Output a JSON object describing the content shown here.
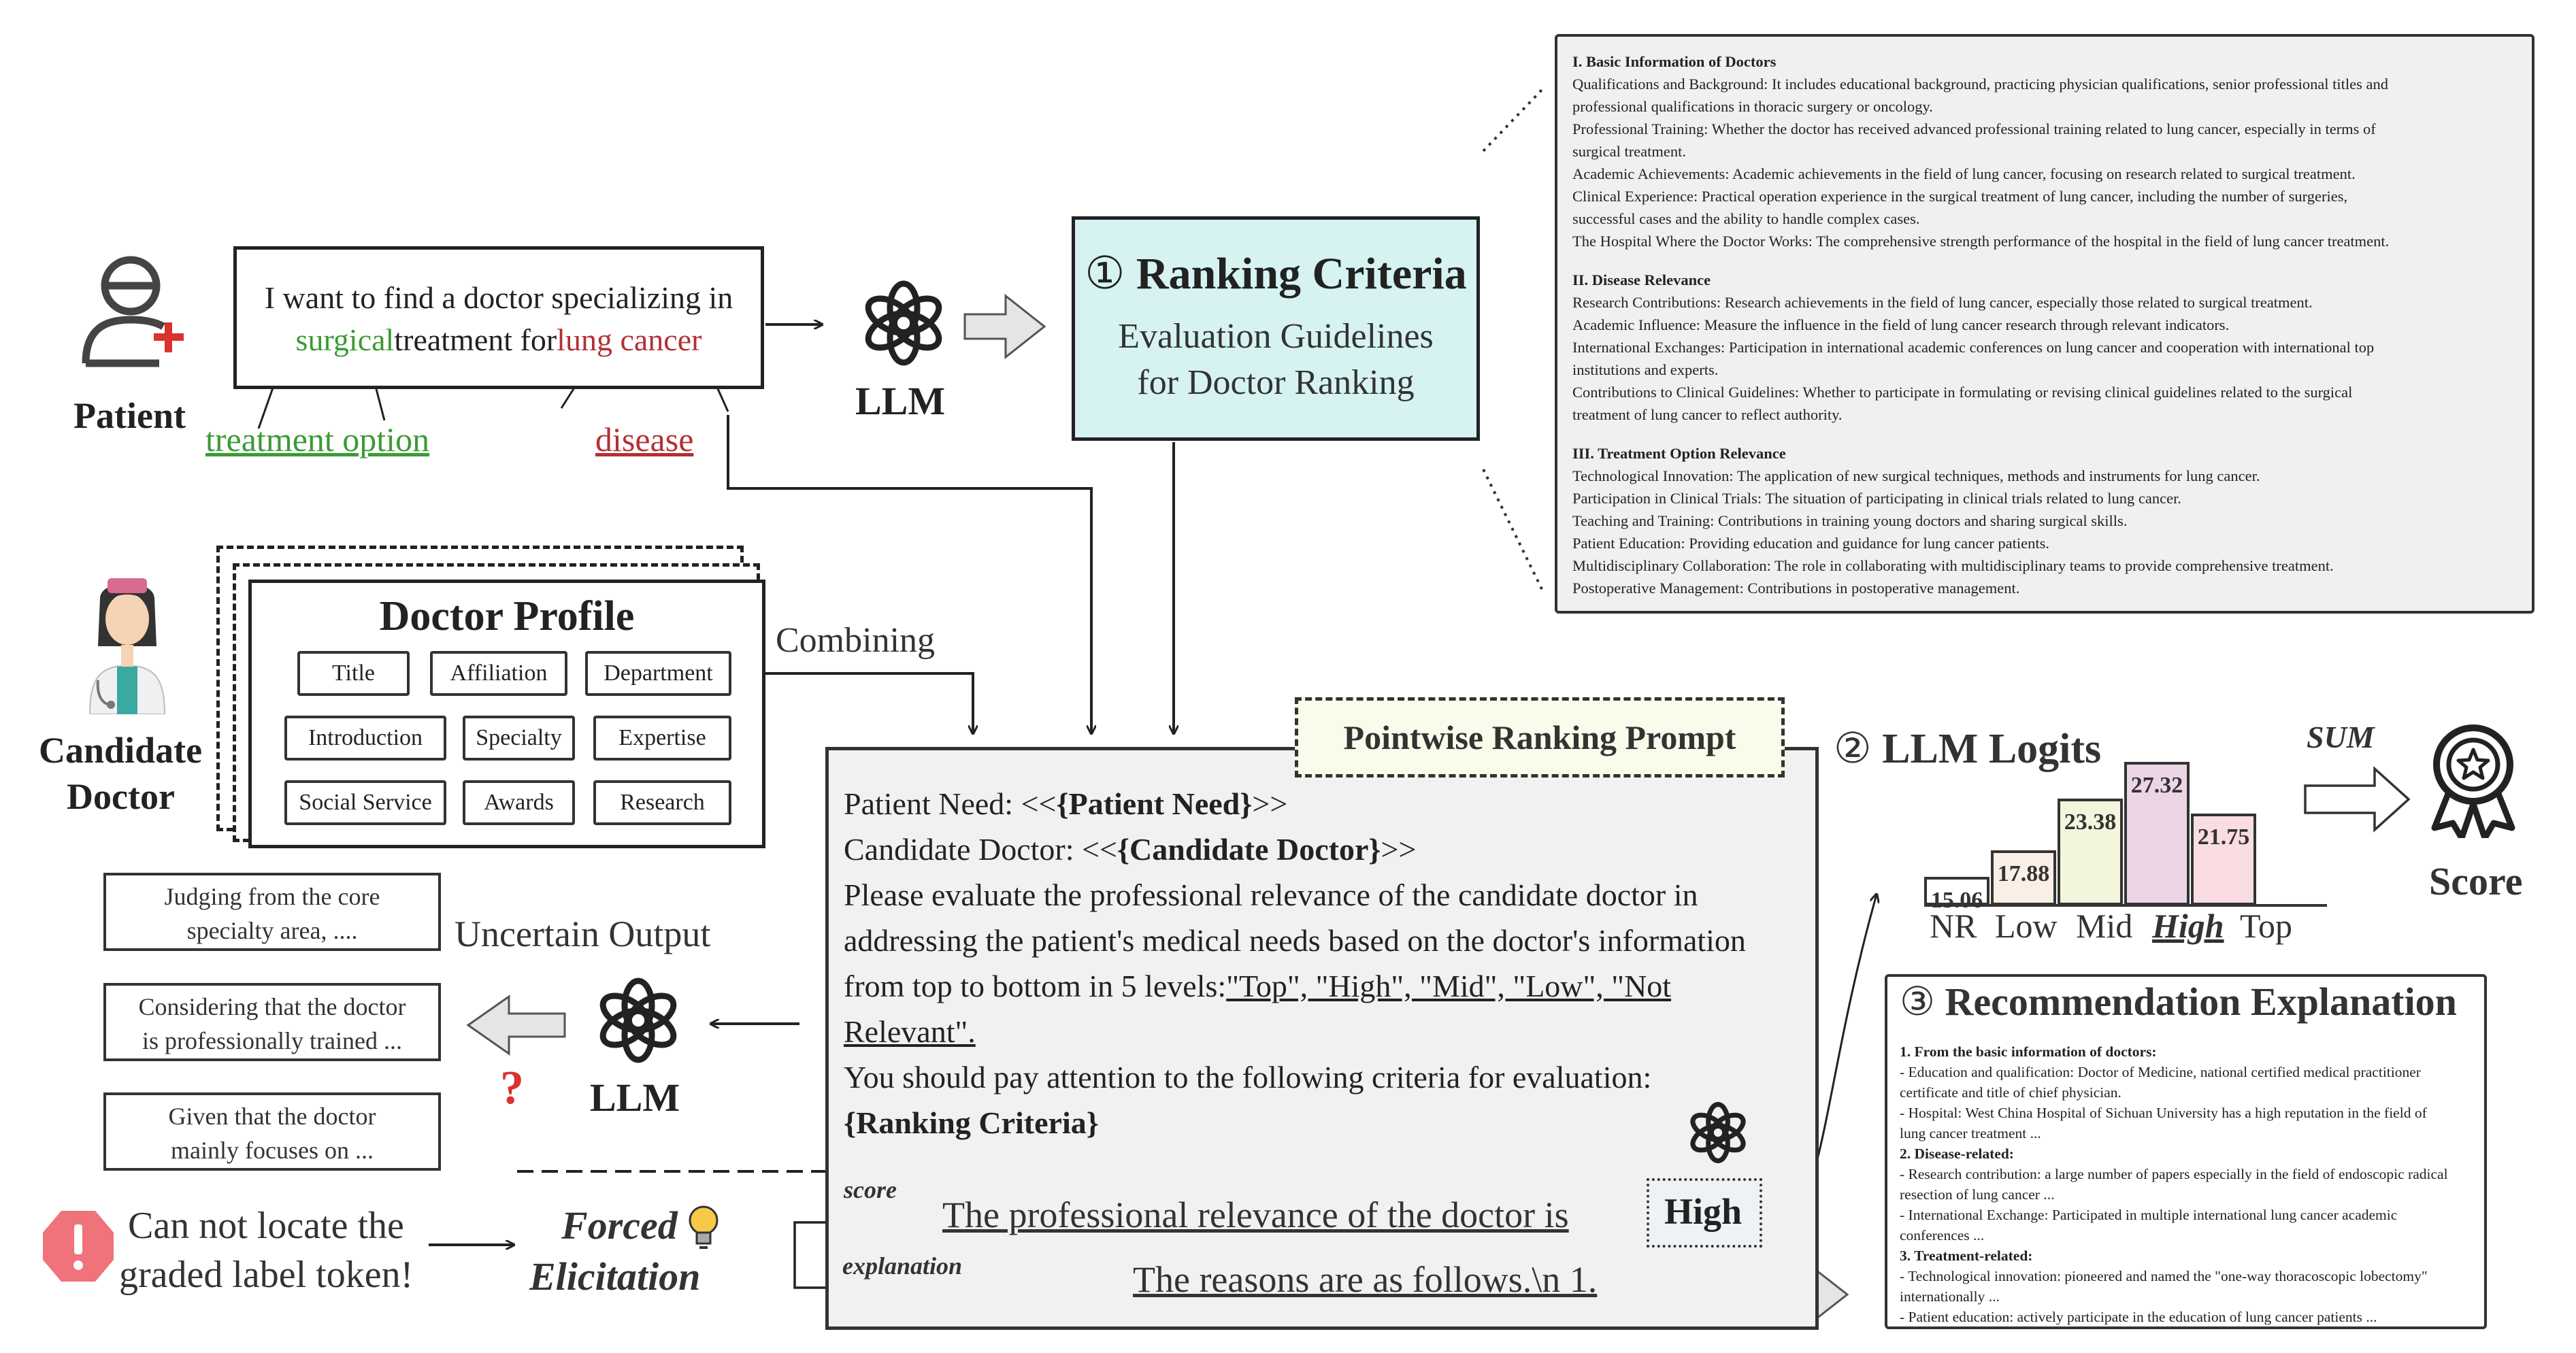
{
  "patient": {
    "label": "Patient"
  },
  "query": {
    "line1": "I want to find a doctor specializing in",
    "surgical": "surgical",
    "mid": "treatment for",
    "lung_cancer": "lung cancer",
    "treatment_option": "treatment option",
    "disease": "disease"
  },
  "llm": {
    "label1": "LLM",
    "label2": "LLM"
  },
  "criteria": {
    "num": "①",
    "title": "Ranking Criteria",
    "sub1": "Evaluation Guidelines",
    "sub2": "for Doctor Ranking"
  },
  "detail": {
    "lines": [
      {
        "t": "I. Basic Information of Doctors",
        "h": true
      },
      {
        "t": "Qualifications and Background: It includes educational background, practicing physician qualifications, senior professional titles and"
      },
      {
        "t": "professional qualifications in thoracic surgery or oncology."
      },
      {
        "t": "Professional Training: Whether the doctor has received advanced professional training related to lung cancer, especially in terms of"
      },
      {
        "t": "surgical treatment."
      },
      {
        "t": "Academic Achievements: Academic achievements in the field of lung cancer, focusing on research related to surgical treatment."
      },
      {
        "t": "Clinical Experience: Practical operation experience in the surgical treatment of lung cancer, including the number of surgeries,"
      },
      {
        "t": "successful cases and the ability to handle complex cases."
      },
      {
        "t": "The Hospital Where the Doctor Works: The comprehensive strength performance of the hospital in the field of lung cancer treatment."
      },
      {
        "t": "",
        "gap": true
      },
      {
        "t": "II. Disease Relevance",
        "h": true
      },
      {
        "t": "Research Contributions: Research achievements in the field of lung cancer, especially those related to surgical treatment."
      },
      {
        "t": "Academic Influence: Measure the influence in the field of lung cancer research through relevant indicators."
      },
      {
        "t": "International Exchanges: Participation in international academic conferences on lung cancer and cooperation with international top"
      },
      {
        "t": "institutions and experts."
      },
      {
        "t": "Contributions to Clinical Guidelines: Whether to participate in formulating or revising clinical guidelines related to the surgical"
      },
      {
        "t": "treatment of lung cancer to reflect authority."
      },
      {
        "t": "",
        "gap": true
      },
      {
        "t": "III. Treatment Option Relevance",
        "h": true
      },
      {
        "t": "Technological Innovation: The application of new surgical techniques, methods and instruments for lung cancer."
      },
      {
        "t": "Participation in Clinical Trials: The situation of participating in clinical trials related to lung cancer."
      },
      {
        "t": "Teaching and Training: Contributions in training young doctors and sharing surgical skills."
      },
      {
        "t": "Patient Education: Providing education and guidance for lung cancer patients."
      },
      {
        "t": "Multidisciplinary Collaboration: The role in collaborating with multidisciplinary teams to provide comprehensive treatment."
      },
      {
        "t": "Postoperative Management: Contributions in postoperative management."
      }
    ]
  },
  "candidate": {
    "line1": "Candidate",
    "line2": "Doctor"
  },
  "profile": {
    "title": "Doctor Profile",
    "tags": [
      "Title",
      "Affiliation",
      "Department",
      "Introduction",
      "Specialty",
      "Expertise",
      "Social Service",
      "Awards",
      "Research"
    ]
  },
  "combining": "Combining",
  "prompt": {
    "title": "Pointwise Ranking Prompt",
    "need_pre": "Patient Need: <<",
    "need_var": "{Patient Need}",
    "need_post": ">>",
    "cand_pre": "Candidate Doctor: <<",
    "cand_var": "{Candidate Doctor}",
    "cand_post": ">>",
    "body": "Please evaluate the professional relevance of the candidate doctor in addressing the patient's medical needs based on the doctor's information from top to bottom in 5 levels:",
    "levels": "\"Top\", \"High\", \"Mid\", \"Low\", \"Not Relevant\".",
    "attn": "You should pay attention to the following criteria for evaluation:",
    "crit_var": "{Ranking Criteria}",
    "score_label": "score",
    "score_text": "The professional relevance of the doctor is",
    "high_token": "High",
    "expl_label": "explanation",
    "expl_text": "The reasons are as follows.\\n 1."
  },
  "uncertain": {
    "label": "Uncertain Output",
    "items": [
      {
        "l1": "Judging from the core",
        "l2": "specialty area, ...."
      },
      {
        "l1": "Considering that the doctor",
        "l2": "is professionally trained  ..."
      },
      {
        "l1": "Given that the doctor",
        "l2": "mainly focuses on ..."
      }
    ],
    "question": "?"
  },
  "warning": {
    "line1": "Can not locate the",
    "line2": "graded label token!"
  },
  "forced": {
    "line1": "Forced",
    "line2": "Elicitation"
  },
  "logits": {
    "num": "②",
    "title": "LLM Logits",
    "sum": "SUM",
    "score": "Score"
  },
  "chart_data": {
    "type": "bar",
    "categories": [
      "NR",
      "Low",
      "Mid",
      "High",
      "Top"
    ],
    "values": [
      15.06,
      17.88,
      23.38,
      27.32,
      21.75
    ],
    "colors": [
      "#ffffff",
      "#fbeee4",
      "#f3f6dc",
      "#ecd6e6",
      "#f9dde3"
    ]
  },
  "explanation": {
    "num": "③",
    "title": "Recommendation Explanation",
    "lines": [
      {
        "t": "1. From the basic information of doctors:",
        "h": true
      },
      {
        "t": " - Education and qualification: Doctor of Medicine, national certified medical practitioner"
      },
      {
        "t": "certificate and title of chief physician."
      },
      {
        "t": " - Hospital: West China Hospital of Sichuan University has a high reputation in the field of"
      },
      {
        "t": "lung cancer treatment ..."
      },
      {
        "t": "2. Disease-related:",
        "h": true
      },
      {
        "t": " - Research contribution: a large number of papers especially in the field of endoscopic radical"
      },
      {
        "t": "resection of lung cancer ..."
      },
      {
        "t": " - International Exchange: Participated in multiple international lung cancer academic"
      },
      {
        "t": "conferences ..."
      },
      {
        "t": "3. Treatment-related:",
        "h": true
      },
      {
        "t": " - Technological innovation: pioneered and named the \"one-way thoracoscopic lobectomy\""
      },
      {
        "t": "internationally ..."
      },
      {
        "t": " - Patient education: actively participate in the education of lung cancer patients ..."
      }
    ]
  },
  "colors": {
    "green": "#3b9b35",
    "red": "#b33034",
    "criteria_bg": "#d6f3f2",
    "prompt_bg": "#f1f1f1"
  }
}
